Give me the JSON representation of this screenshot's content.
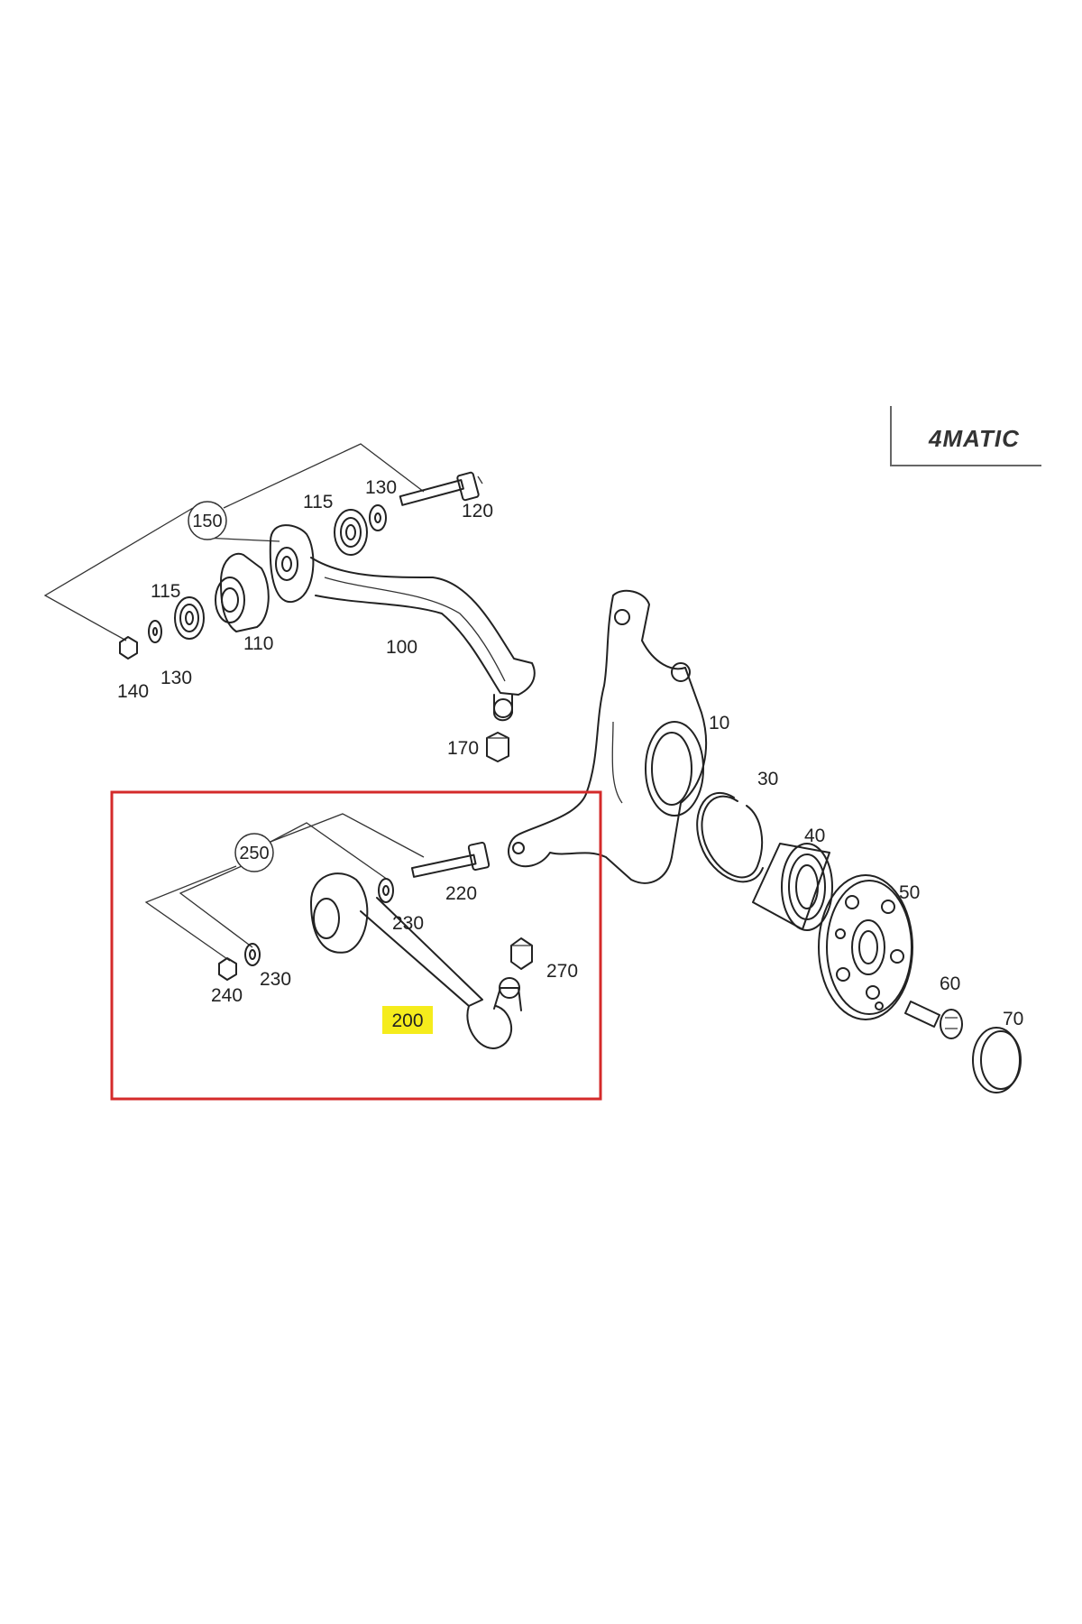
{
  "badge": {
    "text": "4MATIC"
  },
  "callouts": {
    "c10": "10",
    "c30": "30",
    "c40": "40",
    "c50": "50",
    "c60": "60",
    "c70": "70",
    "c100": "100",
    "c110": "110",
    "c115a": "115",
    "c115b": "115",
    "c120": "120",
    "c130a": "130",
    "c130b": "130",
    "c140": "140",
    "c150": "150",
    "c170": "170",
    "c200": "200",
    "c220": "220",
    "c230a": "230",
    "c230b": "230",
    "c240": "240",
    "c250": "250",
    "c270": "270"
  },
  "colors": {
    "highlight_box": "#d42a2a",
    "highlight_label": "#f5ec1c"
  }
}
